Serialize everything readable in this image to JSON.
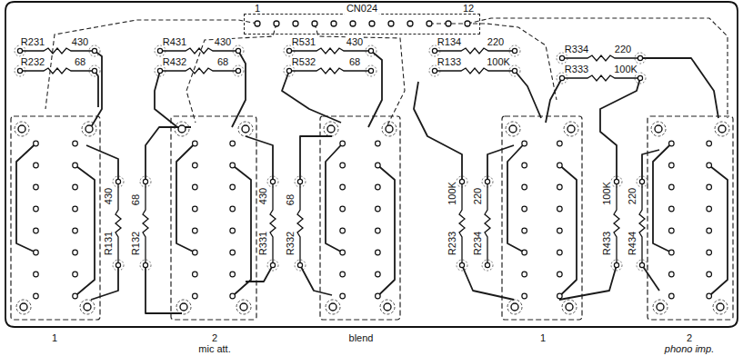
{
  "diagram": {
    "nodes": [
      {
        "text": [
          "CN024"
        ]
      }
    ],
    "labels": [
      "1",
      "12",
      "R231",
      "430",
      "R232",
      "68",
      "R431",
      "430",
      "R432",
      "68",
      "R531",
      "430",
      "R532",
      "68",
      "R134",
      "220",
      "R133",
      "100K",
      "R334",
      "220",
      "R333",
      "100K",
      "R131",
      "430",
      "R132",
      "68",
      "R331",
      "430",
      "R332",
      "68",
      "R233",
      "100K",
      "R234",
      "220",
      "R433",
      "100K",
      "R434",
      "220",
      "1",
      "2",
      "blend",
      "1",
      "2",
      "mic att.",
      "phono imp."
    ]
  }
}
